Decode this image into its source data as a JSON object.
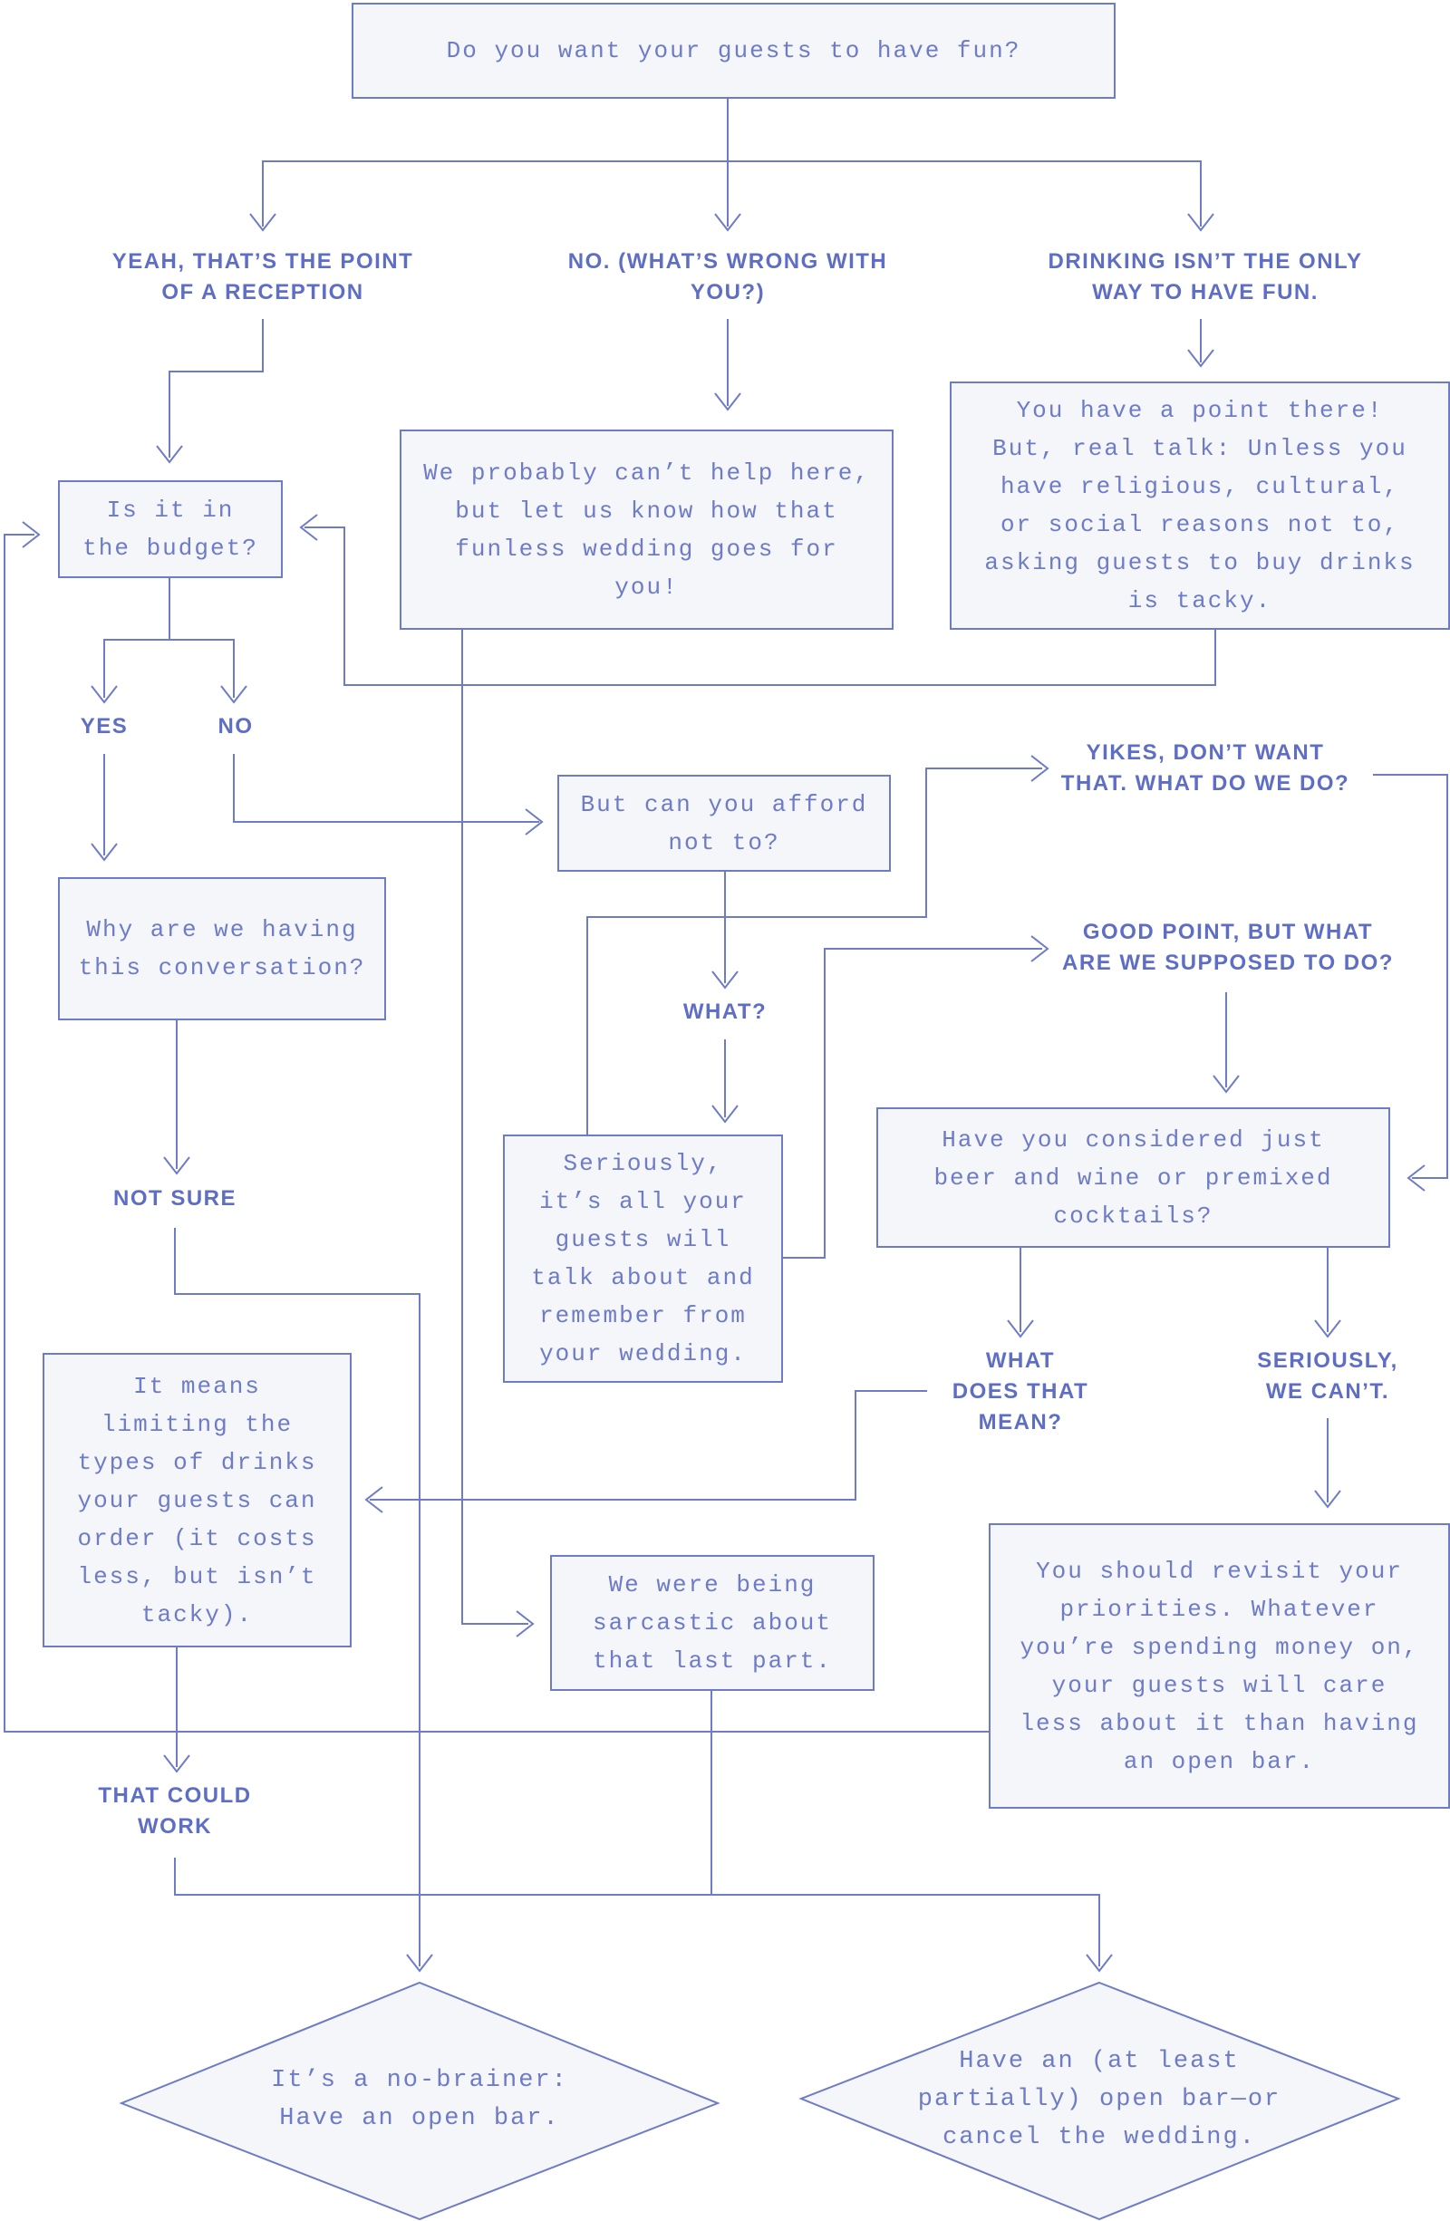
{
  "boxes": {
    "start": "Do you want your guests to have fun?",
    "budget": "Is it in\nthe budget?",
    "cant_help": "We probably can’t help here,\nbut let us know how that\nfunless wedding goes for\nyou!",
    "point_there": "You have a point there!\nBut, real talk: Unless you\nhave religious, cultural,\nor social reasons not to,\nasking guests to buy drinks\nis tacky.",
    "why": "Why are we having\nthis conversation?",
    "afford": "But can you afford\nnot to?",
    "seriously": "Seriously,\nit’s all your\nguests will\ntalk about and\nremember from\nyour wedding.",
    "considered": "Have you considered just\nbeer and wine or premixed\ncocktails?",
    "means": "It means\nlimiting the\ntypes of drinks\nyour guests can\norder (it costs\nless, but isn’t\ntacky).",
    "sarcastic": "We were being\nsarcastic about\nthat last part.",
    "revisit": "You should revisit your\npriorities. Whatever\nyou’re spending money on,\nyour guests will care\nless about it than having\nan open bar."
  },
  "labels": {
    "yeah": "YEAH, THAT’S THE POINT\nOF A RECEPTION",
    "no_wrong": "NO. (WHAT’S WRONG WITH\nYOU?)",
    "drinking": "DRINKING ISN’T THE ONLY\nWAY TO HAVE FUN.",
    "yes": "YES",
    "no": "NO",
    "yikes": "YIKES, DON’T WANT\nTHAT. WHAT DO WE DO?",
    "good_point": "GOOD POINT, BUT WHAT\nARE WE SUPPOSED TO DO?",
    "what": "WHAT?",
    "not_sure": "NOT SURE",
    "what_mean": "WHAT\nDOES THAT\nMEAN?",
    "seriously_cant": "SERIOUSLY,\nWE CAN’T.",
    "could_work": "THAT COULD\nWORK"
  },
  "ends": {
    "no_brainer": "It’s a no-brainer:\nHave an open bar.",
    "open_or_cancel": "Have an (at least\npartially) open bar—or\ncancel the wedding."
  },
  "colors": {
    "line": "#6e7bc6",
    "box_fill": "#f4f6f9",
    "label": "#5e6ec4"
  }
}
